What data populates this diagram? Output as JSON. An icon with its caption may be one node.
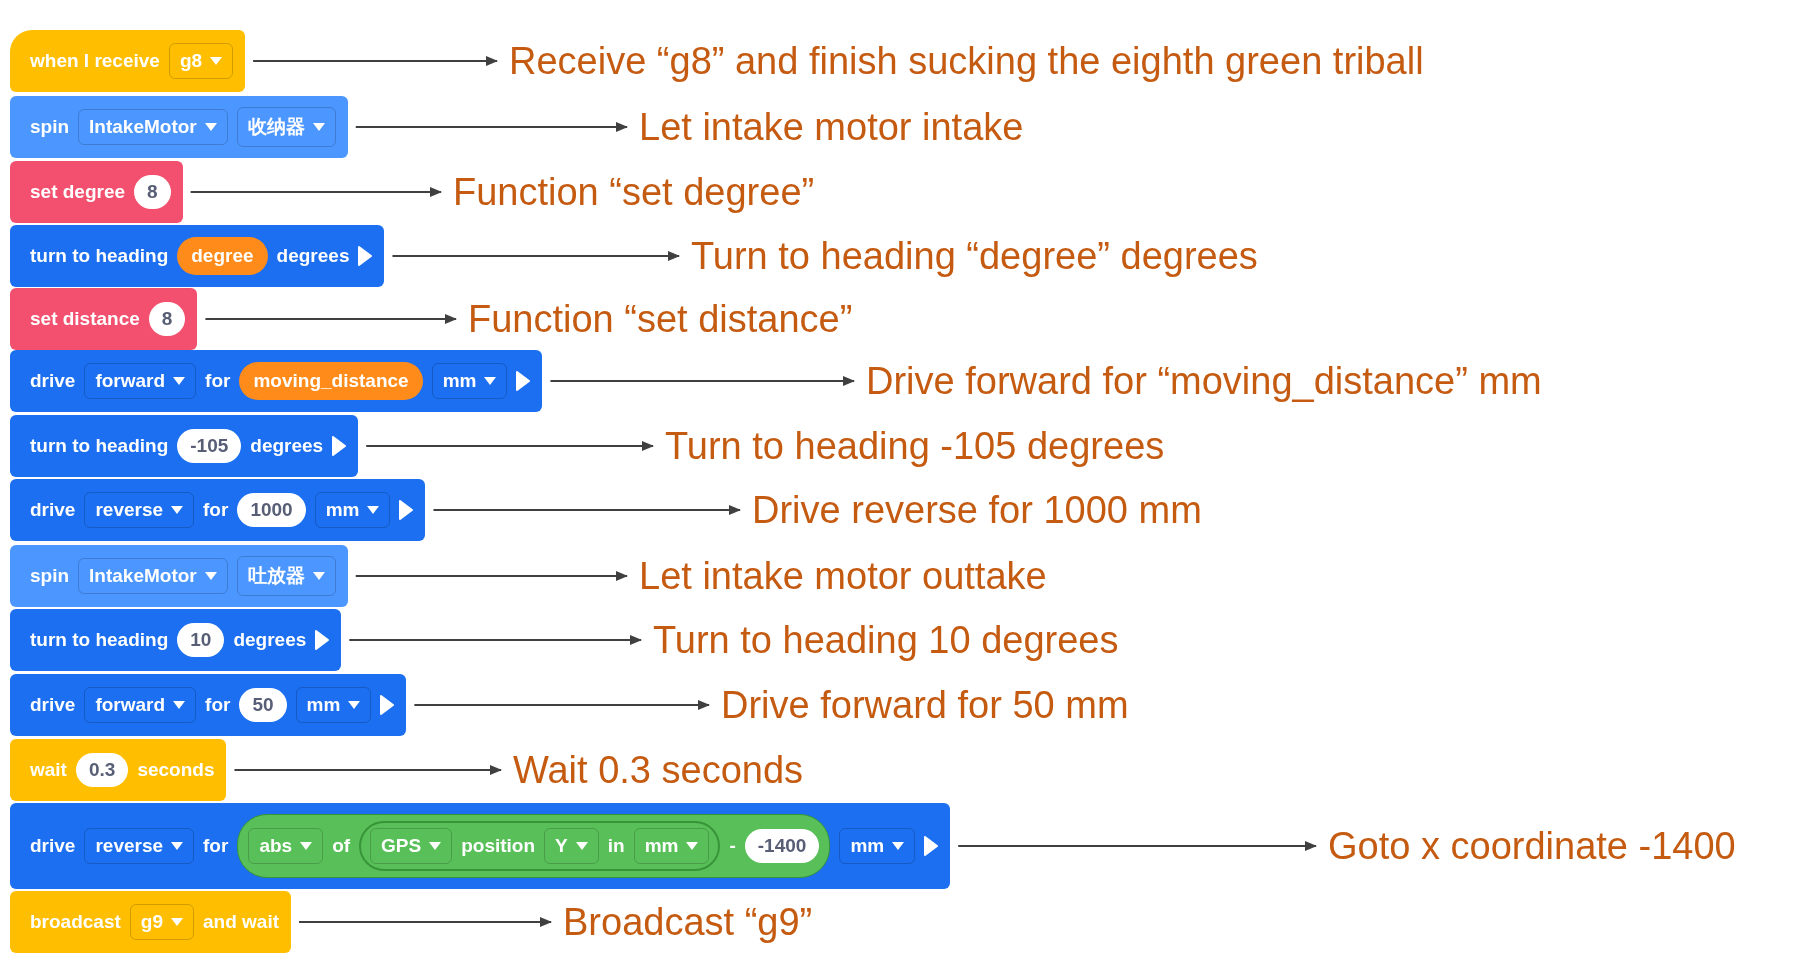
{
  "diagram": {
    "nodes": [
      {
        "text": [
          "when I receive",
          "g8"
        ]
      },
      {
        "text": [
          "spin",
          "IntakeMotor",
          "收纳器"
        ]
      },
      {
        "text": [
          "set degree",
          "8"
        ]
      },
      {
        "text": [
          "turn to heading",
          "degree",
          "degrees"
        ]
      },
      {
        "text": [
          "set distance",
          "8"
        ]
      },
      {
        "text": [
          "drive",
          "forward",
          "for",
          "moving_distance",
          "mm"
        ]
      },
      {
        "text": [
          "turn to heading",
          "-105",
          "degrees"
        ]
      },
      {
        "text": [
          "drive",
          "reverse",
          "for",
          "1000",
          "mm"
        ]
      },
      {
        "text": [
          "spin",
          "IntakeMotor",
          "吐放器"
        ]
      },
      {
        "text": [
          "turn to heading",
          "10",
          "degrees"
        ]
      },
      {
        "text": [
          "drive",
          "forward",
          "for",
          "50",
          "mm"
        ]
      },
      {
        "text": [
          "wait",
          "0.3",
          "seconds"
        ]
      },
      {
        "text": [
          "drive",
          "reverse",
          "for",
          "abs",
          "of",
          "GPS",
          "position",
          "Y",
          "in",
          "mm",
          "-",
          "-1400",
          "mm"
        ]
      },
      {
        "text": [
          "broadcast",
          "g9",
          "and wait"
        ]
      },
      {
        "text": [
          "Receive “g8” and finish sucking the eighth green triball"
        ]
      },
      {
        "text": [
          "Let intake motor intake"
        ]
      },
      {
        "text": [
          "Function “set degree”"
        ]
      },
      {
        "text": [
          "Turn to heading “degree” degrees"
        ]
      },
      {
        "text": [
          "Function “set distance”"
        ]
      },
      {
        "text": [
          "Drive forward for “moving_distance” mm"
        ]
      },
      {
        "text": [
          "Turn to heading -105 degrees"
        ]
      },
      {
        "text": [
          "Drive reverse for 1000 mm"
        ]
      },
      {
        "text": [
          "Let intake motor outtake"
        ]
      },
      {
        "text": [
          "Turn to heading 10 degrees"
        ]
      },
      {
        "text": [
          "Drive forward for 50 mm"
        ]
      },
      {
        "text": [
          "Wait 0.3 seconds"
        ]
      },
      {
        "text": [
          "Goto x coordinate -1400"
        ]
      },
      {
        "text": [
          "Broadcast “g9”"
        ]
      }
    ],
    "edges": [
      {
        "from": 0,
        "to": 14,
        "arrow": "to"
      },
      {
        "from": 1,
        "to": 15,
        "arrow": "to"
      },
      {
        "from": 2,
        "to": 16,
        "arrow": "to"
      },
      {
        "from": 3,
        "to": 17,
        "arrow": "to"
      },
      {
        "from": 4,
        "to": 18,
        "arrow": "to"
      },
      {
        "from": 5,
        "to": 19,
        "arrow": "to"
      },
      {
        "from": 6,
        "to": 20,
        "arrow": "to"
      },
      {
        "from": 7,
        "to": 21,
        "arrow": "to"
      },
      {
        "from": 8,
        "to": 22,
        "arrow": "to"
      },
      {
        "from": 9,
        "to": 23,
        "arrow": "to"
      },
      {
        "from": 10,
        "to": 24,
        "arrow": "to"
      },
      {
        "from": 11,
        "to": 25,
        "arrow": "to"
      },
      {
        "from": 12,
        "to": 26,
        "arrow": "to"
      },
      {
        "from": 13,
        "to": 27,
        "arrow": "to"
      }
    ]
  }
}
